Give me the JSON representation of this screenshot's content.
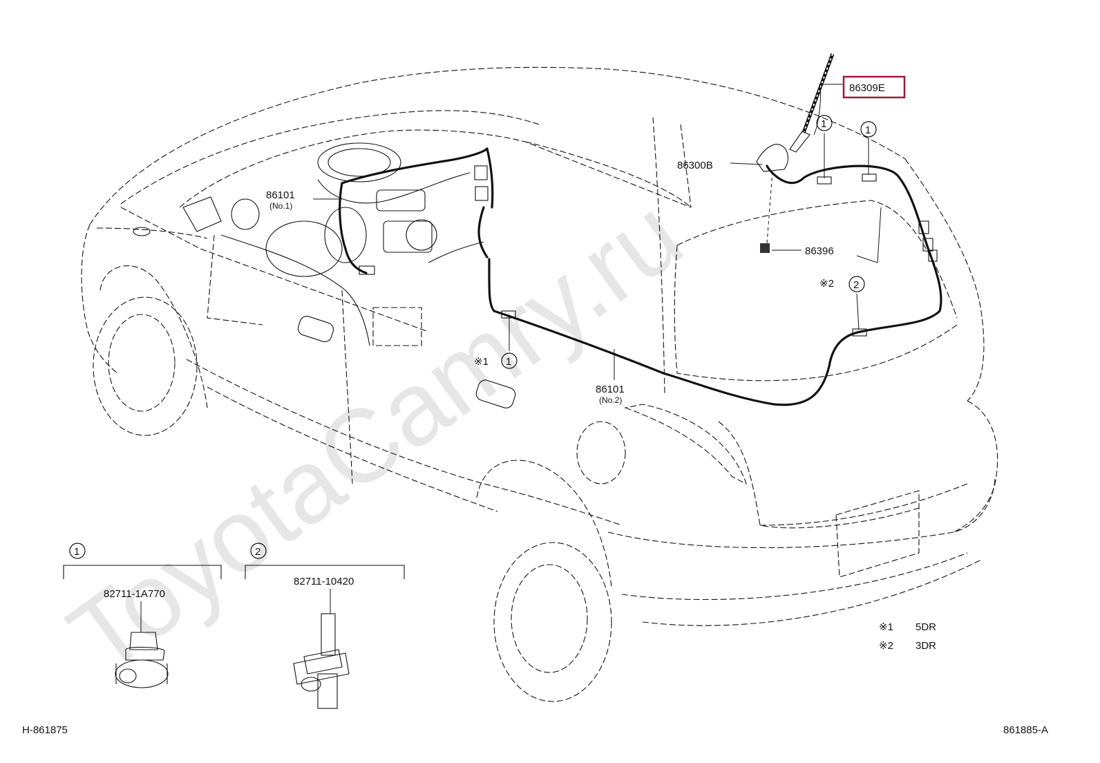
{
  "diagram": {
    "watermark": "ToyotaCamry.ru",
    "highlight_color": "#a0173a",
    "parts": {
      "antenna_rod": "86309E",
      "antenna_base": "86300B",
      "cord_no1_number": "86101",
      "cord_no1_sub": "(No.1)",
      "cord_no2_number": "86101",
      "cord_no2_sub": "(No.2)",
      "pad": "86396"
    },
    "callouts": {
      "one": "1",
      "two": "2",
      "note1_mark": "※1",
      "note2_mark": "※2"
    },
    "clips": {
      "clip1_label": "1",
      "clip1_part": "82711-1A770",
      "clip2_label": "2",
      "clip2_part": "82711-10420"
    },
    "legend": {
      "item1_mark": "※1",
      "item1_text": "5DR",
      "item2_mark": "※2",
      "item2_text": "3DR"
    },
    "footer": {
      "left_code": "H-861875",
      "right_code": "861885-A"
    }
  }
}
